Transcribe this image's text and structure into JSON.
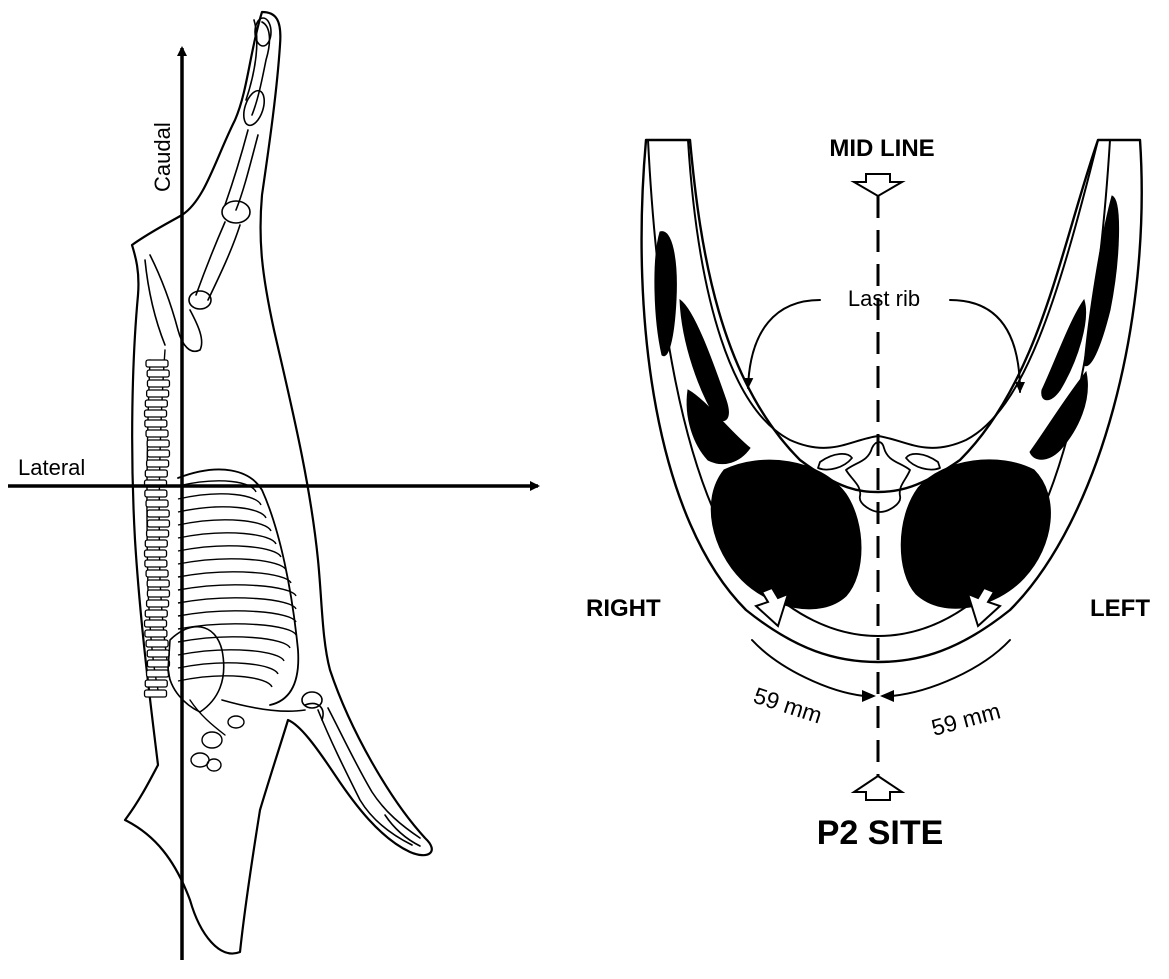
{
  "carcass": {
    "axis_vertical_label": "Caudal",
    "axis_horizontal_label": "Lateral"
  },
  "cross_section": {
    "mid_line_label": "MID LINE",
    "rib_label": "Last rib",
    "right_label": "RIGHT",
    "left_label": "LEFT",
    "right_distance": "59 mm",
    "left_distance": "59 mm",
    "site_label": "P2 SITE"
  },
  "colors": {
    "ink": "#000000",
    "background": "#ffffff"
  }
}
